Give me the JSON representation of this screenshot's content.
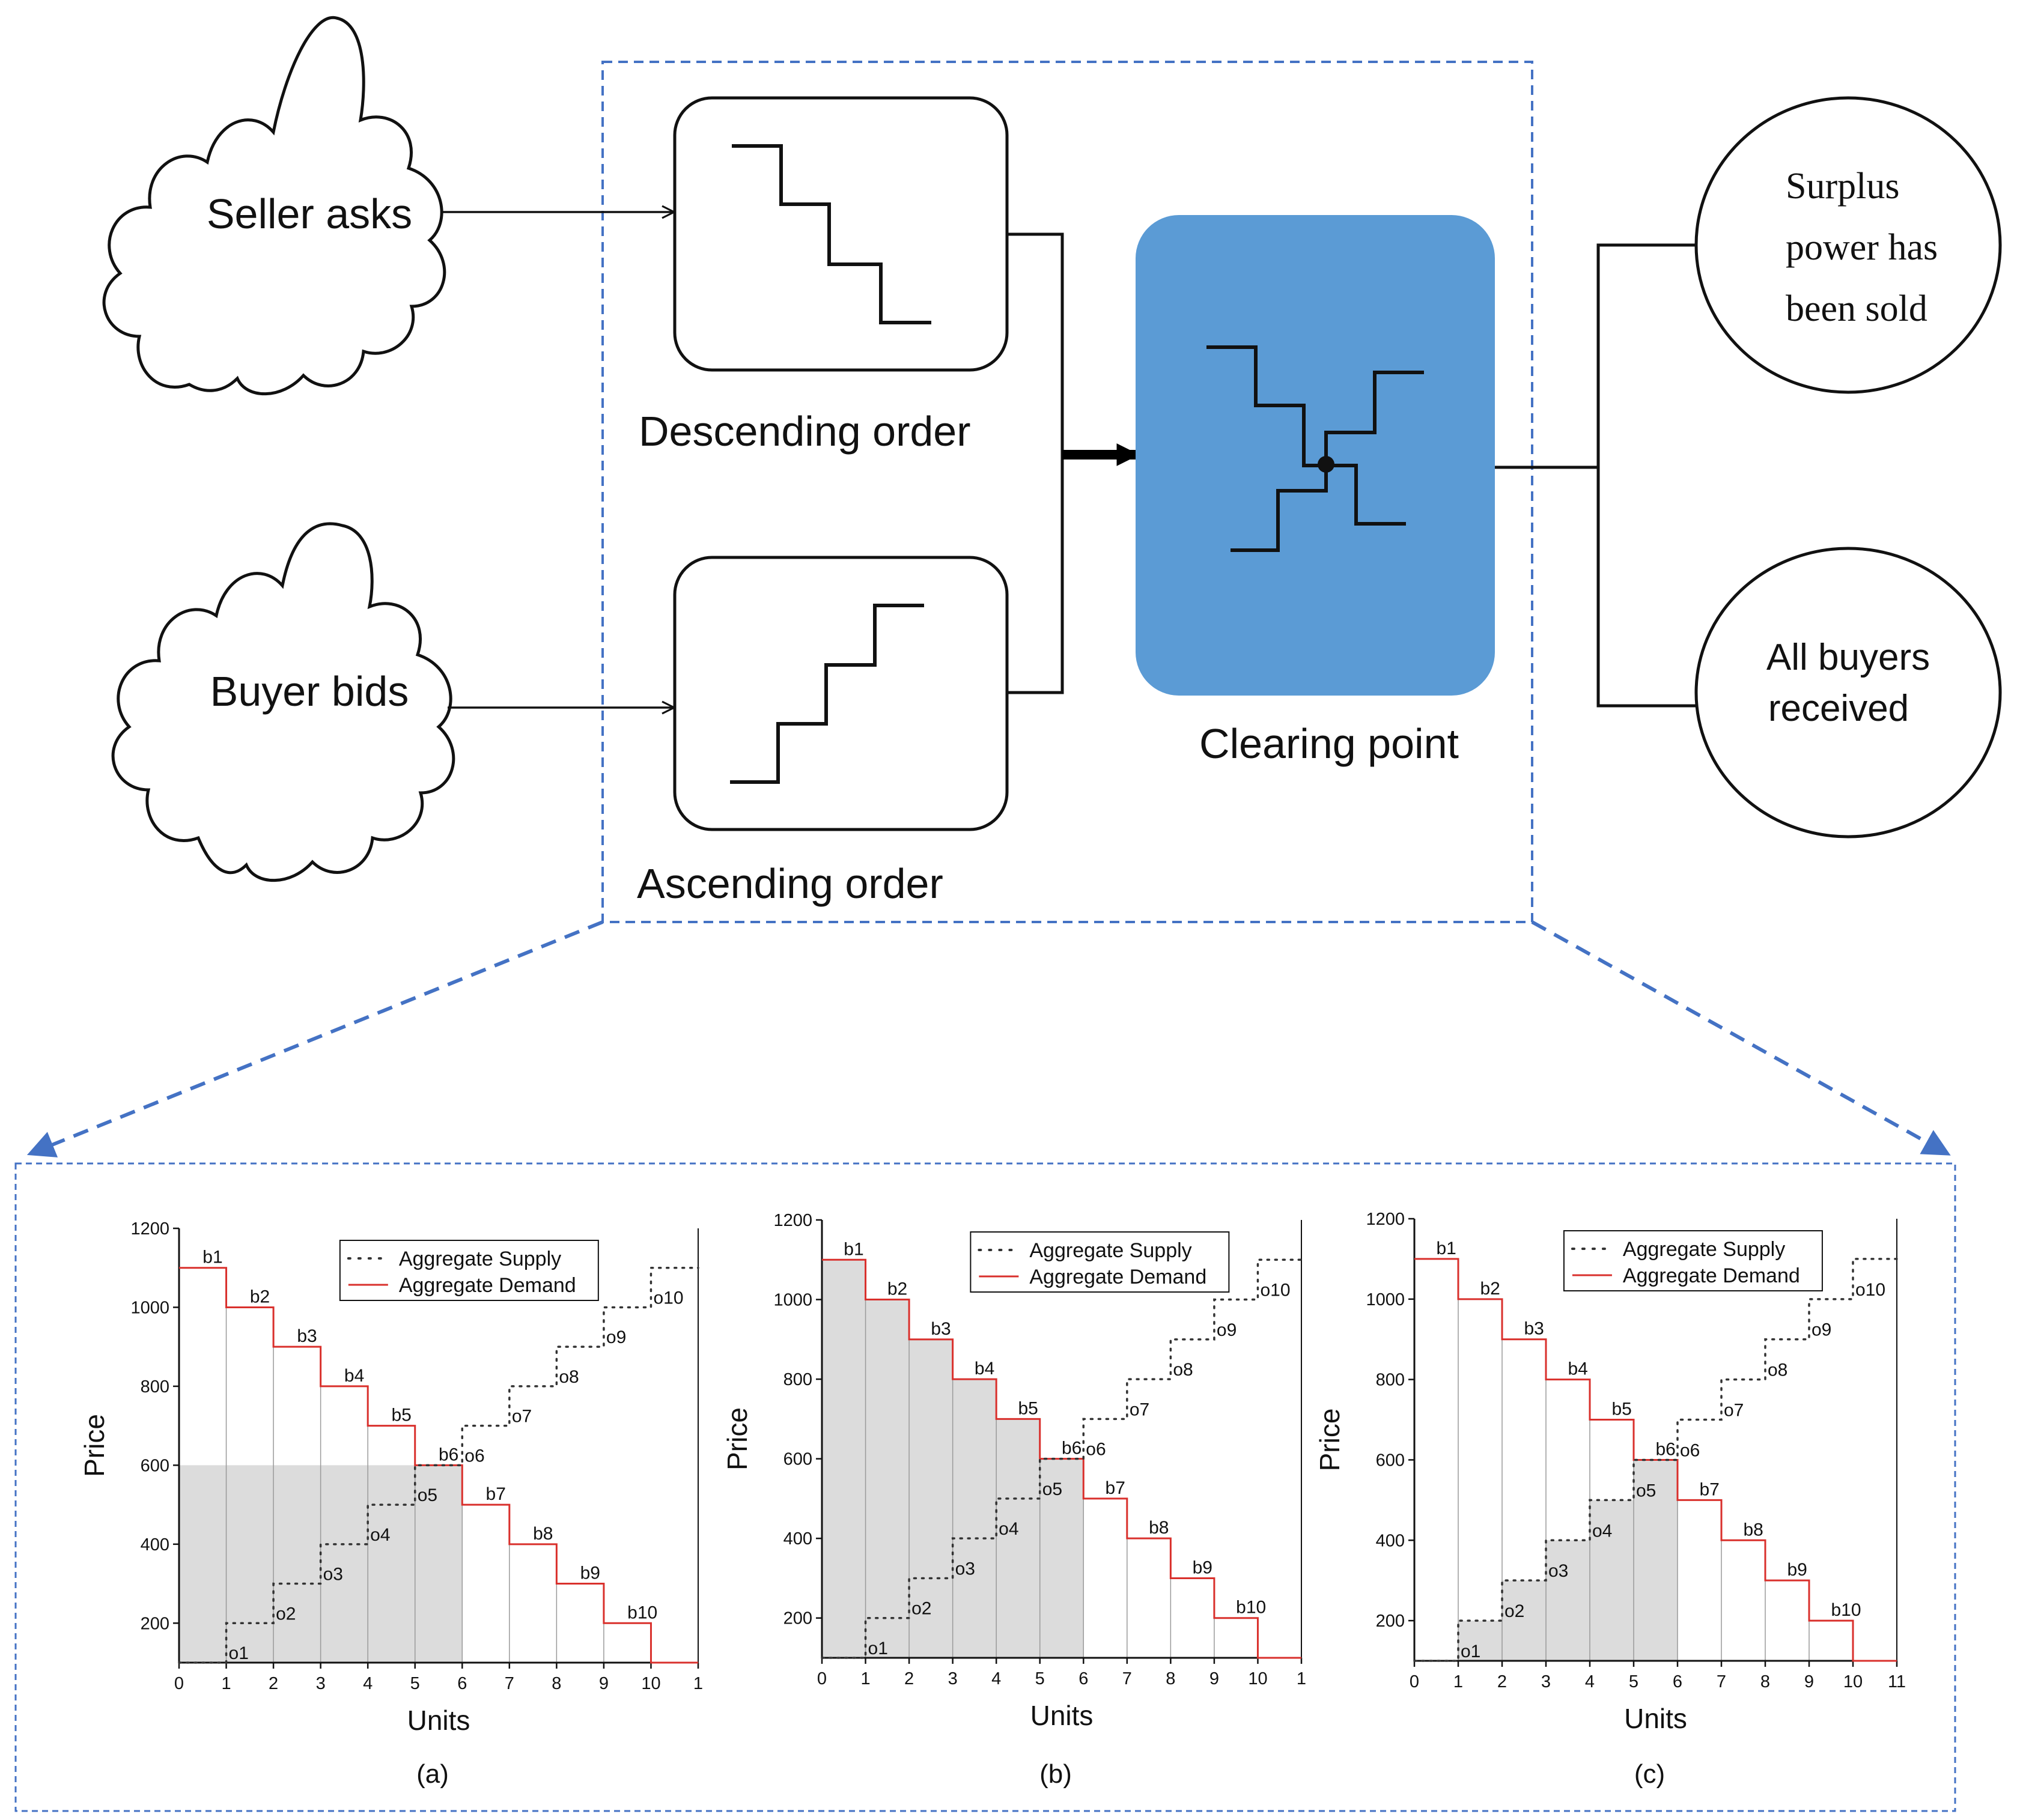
{
  "flow": {
    "seller_asks": "Seller asks",
    "buyer_bids": "Buyer bids",
    "descending_order": "Descending order",
    "ascending_order": "Ascending order",
    "clearing_point": "Clearing point",
    "outcome_surplus": [
      "Surplus",
      "power has",
      "been sold"
    ],
    "outcome_buyers": [
      "All buyers",
      "received"
    ]
  },
  "colors": {
    "clearing_box": "#5b9bd5",
    "dashed_border": "#4472c4",
    "demand": "#d9302c",
    "supply": "#333333",
    "shade": "#dcdcdc"
  },
  "chart_data": [
    {
      "type": "line",
      "panel_label": "(a)",
      "xlabel": "Units",
      "ylabel": "Price",
      "xlim": [
        0,
        11
      ],
      "ylim": [
        100,
        1200
      ],
      "xticks": [
        "0",
        "1",
        "2",
        "3",
        "4",
        "5",
        "6",
        "7",
        "8",
        "9",
        "10",
        "1"
      ],
      "yticks": [
        "200",
        "400",
        "600",
        "800",
        "1000",
        "1200"
      ],
      "legend": [
        "Aggregate Supply",
        "Aggregate Demand"
      ],
      "series": [
        {
          "name": "Aggregate Supply",
          "style": "dotted",
          "labels": [
            "o1",
            "o2",
            "o3",
            "o4",
            "o5",
            "o6",
            "o7",
            "o8",
            "o9",
            "o10"
          ],
          "values": [
            100,
            200,
            300,
            400,
            500,
            600,
            700,
            800,
            900,
            1000,
            1100
          ]
        },
        {
          "name": "Aggregate Demand",
          "style": "solid",
          "labels": [
            "b1",
            "b2",
            "b3",
            "b4",
            "b5",
            "b6",
            "b7",
            "b8",
            "b9",
            "b10"
          ],
          "values": [
            1100,
            1000,
            900,
            800,
            700,
            600,
            500,
            400,
            300,
            200,
            100
          ]
        }
      ],
      "shaded": {
        "mode": "flat",
        "x_to": 6,
        "price": 600
      }
    },
    {
      "type": "line",
      "panel_label": "(b)",
      "xlabel": "Units",
      "ylabel": "Price",
      "xlim": [
        0,
        11
      ],
      "ylim": [
        100,
        1200
      ],
      "xticks": [
        "0",
        "1",
        "2",
        "3",
        "4",
        "5",
        "6",
        "7",
        "8",
        "9",
        "10",
        "1"
      ],
      "yticks": [
        "200",
        "400",
        "600",
        "800",
        "1000",
        "1200"
      ],
      "legend": [
        "Aggregate Supply",
        "Aggregate Demand"
      ],
      "series": [
        {
          "name": "Aggregate Supply",
          "style": "dotted",
          "labels": [
            "o1",
            "o2",
            "o3",
            "o4",
            "o5",
            "o6",
            "o7",
            "o8",
            "o9",
            "o10"
          ],
          "values": [
            100,
            200,
            300,
            400,
            500,
            600,
            700,
            800,
            900,
            1000,
            1100
          ]
        },
        {
          "name": "Aggregate Demand",
          "style": "solid",
          "labels": [
            "b1",
            "b2",
            "b3",
            "b4",
            "b5",
            "b6",
            "b7",
            "b8",
            "b9",
            "b10"
          ],
          "values": [
            1100,
            1000,
            900,
            800,
            700,
            600,
            500,
            400,
            300,
            200,
            100
          ]
        }
      ],
      "shaded": {
        "mode": "demand",
        "x_to": 6
      }
    },
    {
      "type": "line",
      "panel_label": "(c)",
      "xlabel": "Units",
      "ylabel": "Price",
      "xlim": [
        0,
        11
      ],
      "ylim": [
        100,
        1200
      ],
      "xticks": [
        "0",
        "1",
        "2",
        "3",
        "4",
        "5",
        "6",
        "7",
        "8",
        "9",
        "10",
        "11"
      ],
      "yticks": [
        "200",
        "400",
        "600",
        "800",
        "1000",
        "1200"
      ],
      "legend": [
        "Aggregate Supply",
        "Aggregate Demand"
      ],
      "series": [
        {
          "name": "Aggregate Supply",
          "style": "dotted",
          "labels": [
            "o1",
            "o2",
            "o3",
            "o4",
            "o5",
            "o6",
            "o7",
            "o8",
            "o9",
            "o10"
          ],
          "values": [
            100,
            200,
            300,
            400,
            500,
            600,
            700,
            800,
            900,
            1000,
            1100
          ]
        },
        {
          "name": "Aggregate Demand",
          "style": "solid",
          "labels": [
            "b1",
            "b2",
            "b3",
            "b4",
            "b5",
            "b6",
            "b7",
            "b8",
            "b9",
            "b10"
          ],
          "values": [
            1100,
            1000,
            900,
            800,
            700,
            600,
            500,
            400,
            300,
            200,
            100
          ]
        }
      ],
      "shaded": {
        "mode": "supply",
        "x_to": 6
      }
    }
  ]
}
